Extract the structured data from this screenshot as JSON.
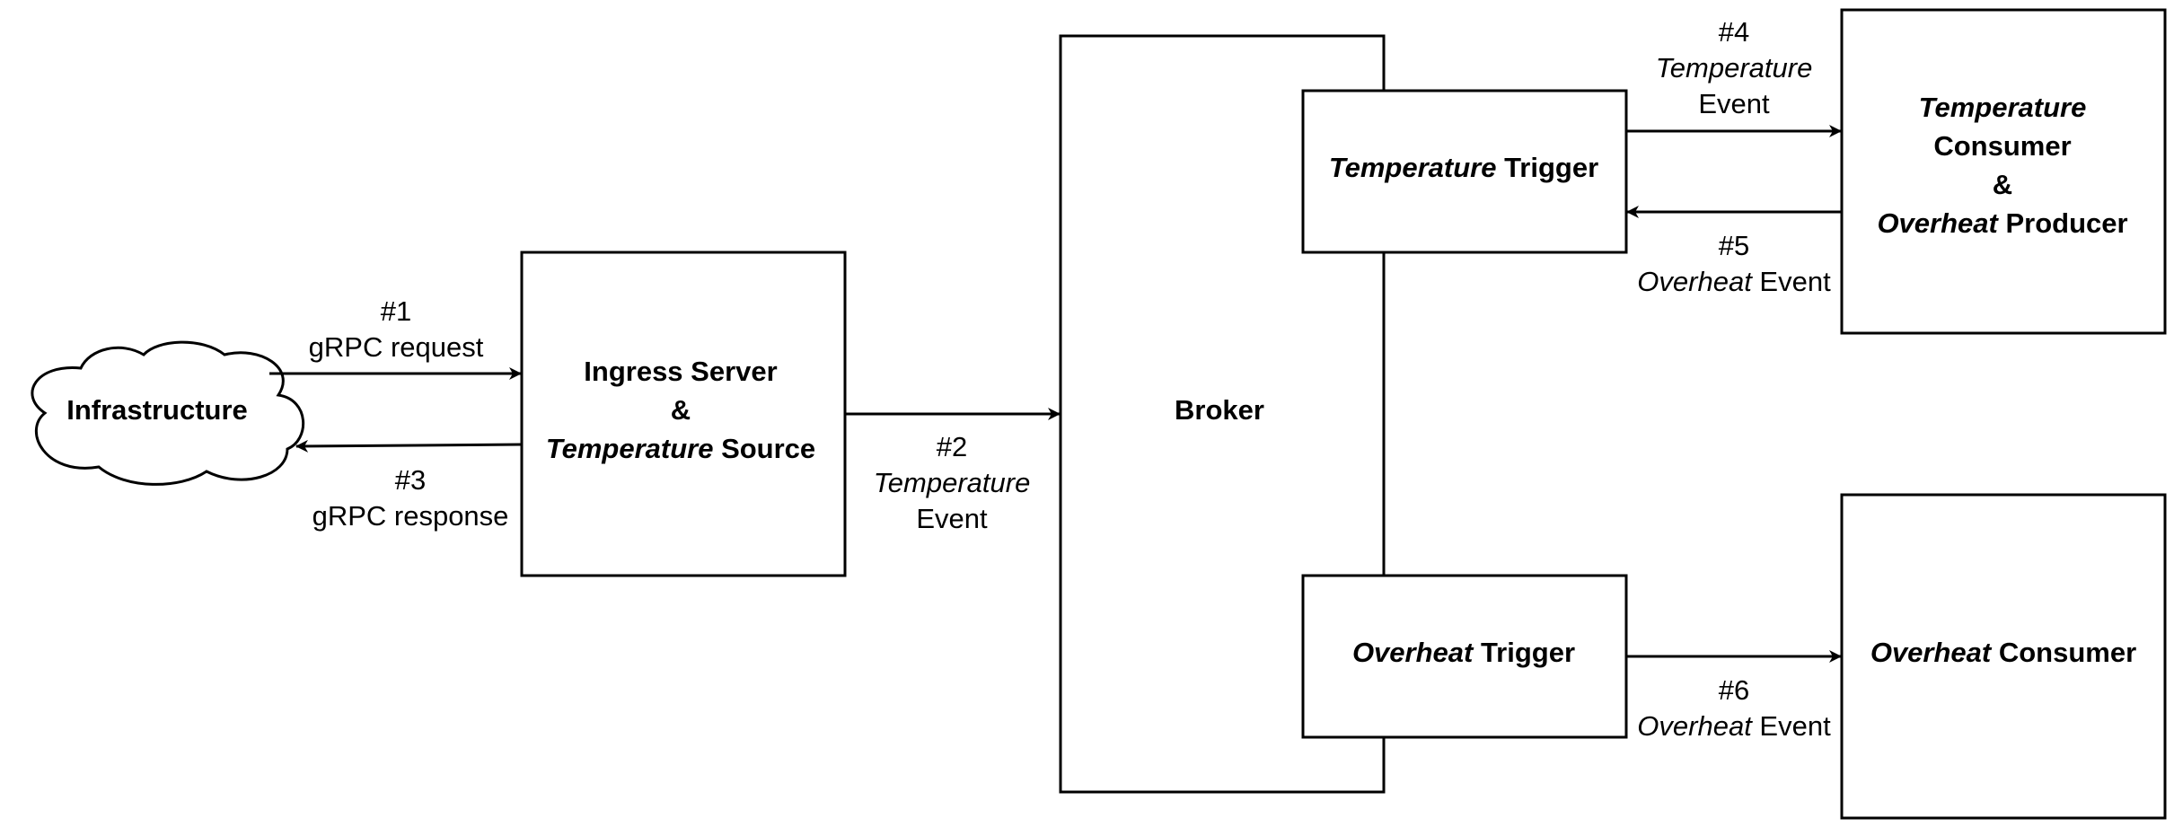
{
  "nodes": {
    "infrastructure": {
      "label": "Infrastructure"
    },
    "ingress": {
      "line1": "Ingress Server",
      "line2": "&",
      "line3_italic": "Temperature",
      "line3_rest": " Source"
    },
    "broker": {
      "label": "Broker"
    },
    "temperature_trigger": {
      "italic": "Temperature",
      "rest": " Trigger"
    },
    "overheat_trigger": {
      "italic": "Overheat",
      "rest": " Trigger"
    },
    "temp_consumer": {
      "line1_italic": "Temperature",
      "line2": "Consumer",
      "line3": "&",
      "line4_italic": "Overheat",
      "line4_rest": " Producer"
    },
    "overheat_consumer": {
      "italic": "Overheat",
      "rest": " Consumer"
    }
  },
  "edges": {
    "e1": {
      "num": "#1",
      "text": "gRPC request"
    },
    "e2": {
      "num": "#2",
      "italic": "Temperature",
      "text": "Event"
    },
    "e3": {
      "num": "#3",
      "text": "gRPC response"
    },
    "e4": {
      "num": "#4",
      "italic": "Temperature",
      "text": "Event"
    },
    "e5": {
      "num": "#5",
      "italic": "Overheat",
      "rest": " Event"
    },
    "e6": {
      "num": "#6",
      "italic": "Overheat",
      "rest": " Event"
    }
  }
}
